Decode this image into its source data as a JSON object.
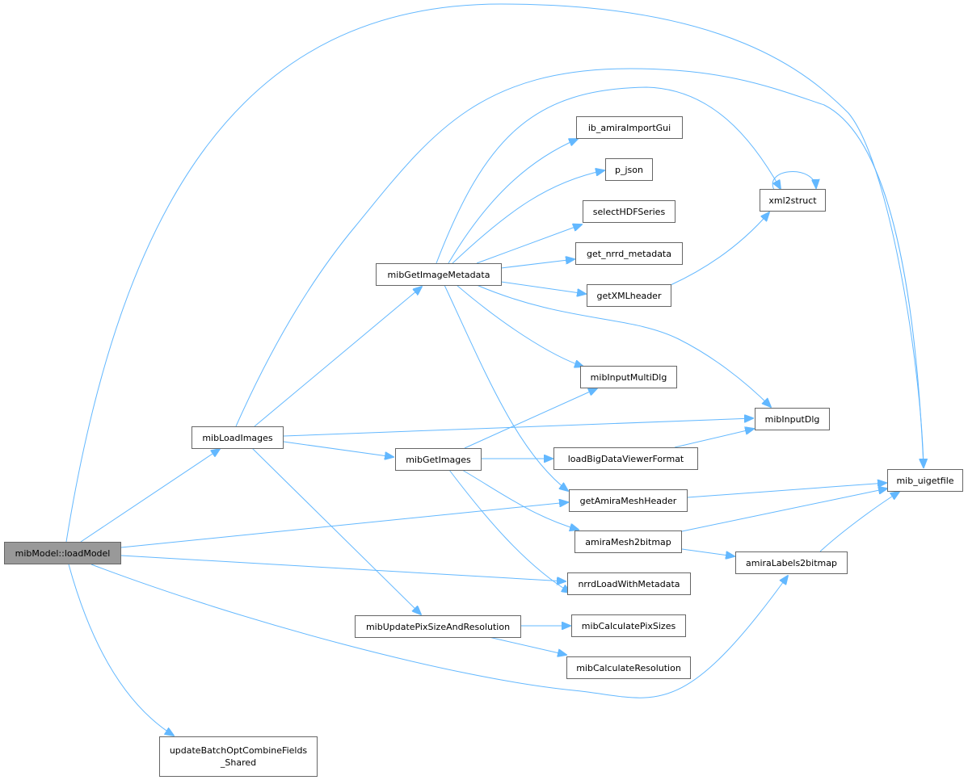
{
  "nodes": {
    "root": "mibModel::loadModel",
    "mibLoadImages": "mibLoadImages",
    "updateBatch_l1": "updateBatchOptCombineFields",
    "updateBatch_l2": "_Shared",
    "mibGetImageMetadata": "mibGetImageMetadata",
    "mibGetImages": "mibGetImages",
    "mibUpdatePixSizeAndResolution": "mibUpdatePixSizeAndResolution",
    "ib_amiraImportGui": "ib_amiraImportGui",
    "p_json": "p_json",
    "selectHDFSeries": "selectHDFSeries",
    "get_nrrd_metadata": "get_nrrd_metadata",
    "getXMLheader": "getXMLheader",
    "mibInputMultiDlg": "mibInputMultiDlg",
    "loadBigDataViewerFormat": "loadBigDataViewerFormat",
    "getAmiraMeshHeader": "getAmiraMeshHeader",
    "amiraMesh2bitmap": "amiraMesh2bitmap",
    "nrrdLoadWithMetadata": "nrrdLoadWithMetadata",
    "mibCalculatePixSizes": "mibCalculatePixSizes",
    "mibCalculateResolution": "mibCalculateResolution",
    "xml2struct": "xml2struct",
    "mibInputDlg": "mibInputDlg",
    "mib_uigetfile": "mib_uigetfile",
    "amiraLabels2bitmap": "amiraLabels2bitmap"
  },
  "colors": {
    "edge": "#63b8ff",
    "root_fill": "#999999",
    "border": "#666666"
  }
}
